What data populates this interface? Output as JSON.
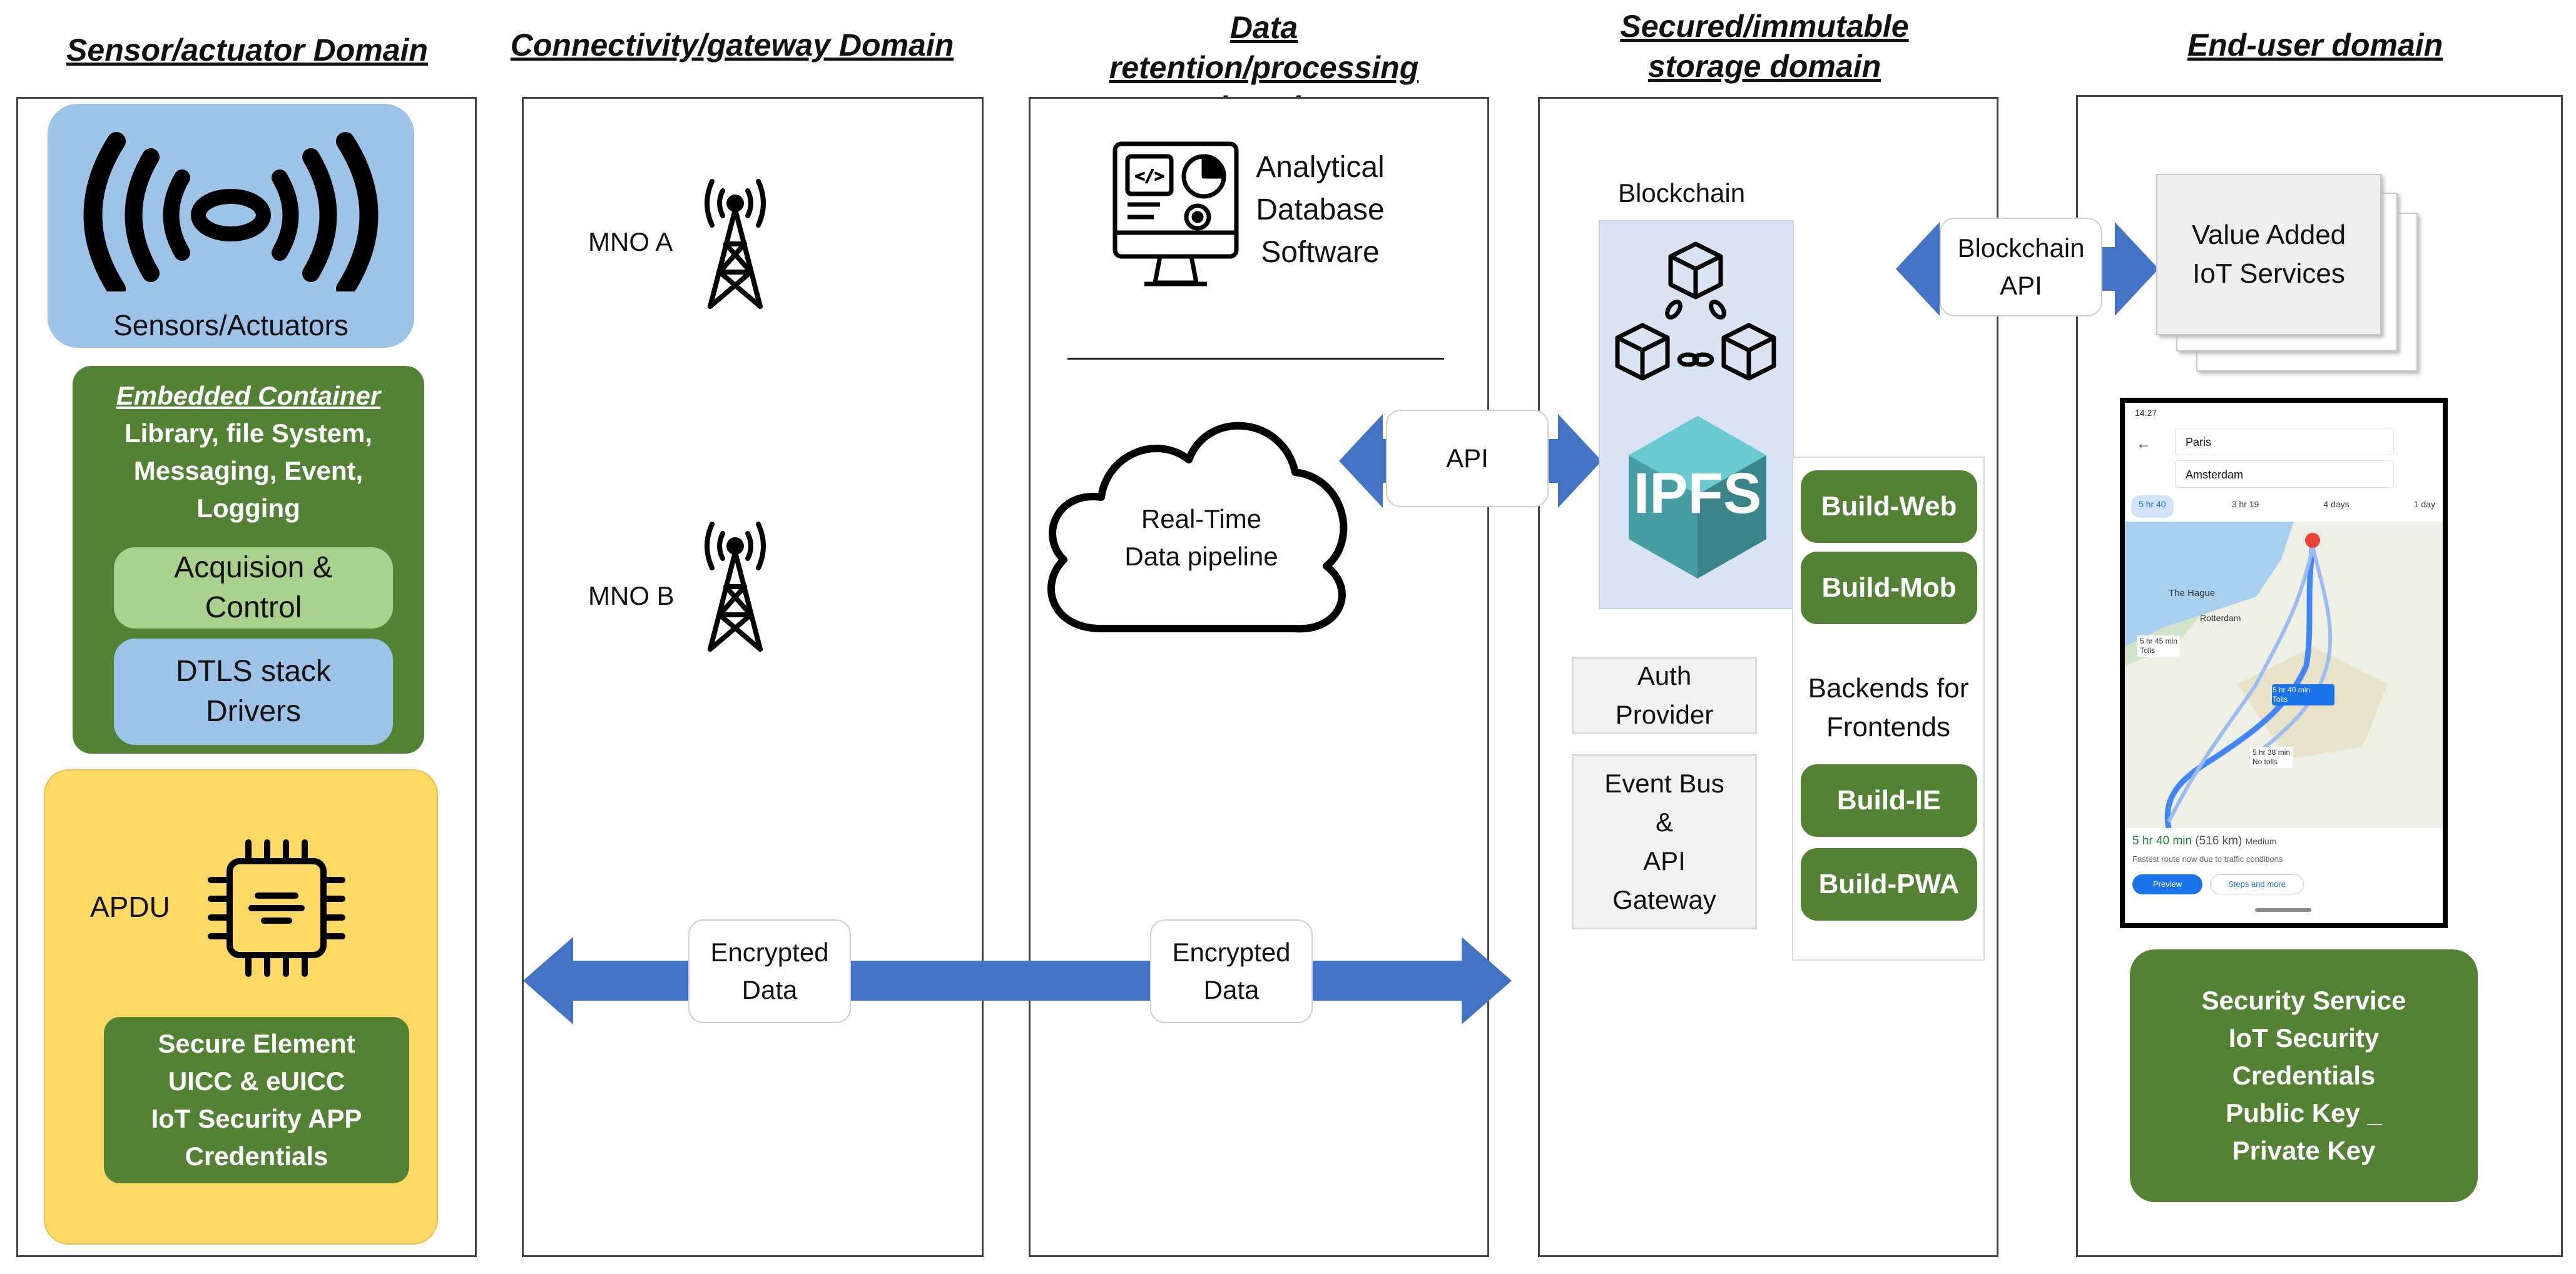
{
  "domains": [
    {
      "title": "Sensor/actuator Domain"
    },
    {
      "title": "Connectivity/gateway Domain"
    },
    {
      "title": "Data retention/processing domain"
    },
    {
      "title": "Secured/immutable storage domain"
    },
    {
      "title": "End-user domain"
    }
  ],
  "sensor": {
    "sensors_label": "Sensors/Actuators",
    "container_title": "Embedded Container",
    "container_lines": [
      "Library, file System,",
      "Messaging, Event,",
      "Logging"
    ],
    "acq_lines": [
      "Acquision &",
      "Control"
    ],
    "dtls_lines": [
      "DTLS stack",
      "Drivers"
    ],
    "apdu_label": "APDU",
    "secure_lines": [
      "Secure Element",
      "UICC & eUICC",
      "IoT Security APP",
      "Credentials"
    ]
  },
  "connectivity": {
    "mno_a": "MNO A",
    "mno_b": "MNO B",
    "encrypted_1": [
      "Encrypted",
      "Data"
    ],
    "encrypted_2": [
      "Encrypted",
      "Data"
    ]
  },
  "processing": {
    "analytical_lines": [
      "Analytical",
      "Database",
      "Software"
    ],
    "pipeline_lines": [
      "Real-Time",
      "Data pipeline"
    ],
    "api_label": "API"
  },
  "storage": {
    "blockchain_label": "Blockchain",
    "ipfs_label": "IPFS",
    "auth_lines": [
      "Auth",
      "Provider"
    ],
    "eventbus_lines": [
      "Event Bus",
      "&",
      "API",
      "Gateway"
    ],
    "bff_lines": [
      "Backends for",
      "Frontends"
    ],
    "builds": [
      "Build-Web",
      "Build-Mob",
      "Build-IE",
      "Build-PWA"
    ],
    "blockchain_api": [
      "Blockchain",
      "API"
    ]
  },
  "enduser": {
    "value_added": [
      "Value Added",
      "IoT Services"
    ],
    "security_lines": [
      "Security Service",
      "IoT Security",
      "Credentials",
      "Public Key _",
      "Private Key"
    ],
    "phone": {
      "status_time": "14:27",
      "from": "Paris",
      "to": "Amsterdam",
      "modes": [
        "5 hr 40",
        "3 hr 19",
        "4 days",
        "1 day"
      ],
      "places": [
        "The Hague",
        "Rotterdam"
      ],
      "route_main": "5 hr 40 min",
      "route_main_sub": "Tolls",
      "route_alt1": "5 hr 45 min",
      "route_alt1_sub": "Tolls",
      "route_alt2": "5 hr 38 min",
      "route_alt2_sub": "No tolls",
      "summary_time": "5 hr 40 min",
      "summary_dist": "(516 km)",
      "summary_level": "Medium",
      "summary_note": "Fastest route now due to traffic conditions",
      "btn_preview": "Preview",
      "btn_stops": "Steps and more"
    }
  },
  "colors": {
    "green": "#548235",
    "light_green": "#a9d18e",
    "blue": "#9dc3e6",
    "yellow": "#ffd966",
    "arrow_blue": "#4472c4",
    "lavender": "#dae3f3"
  }
}
